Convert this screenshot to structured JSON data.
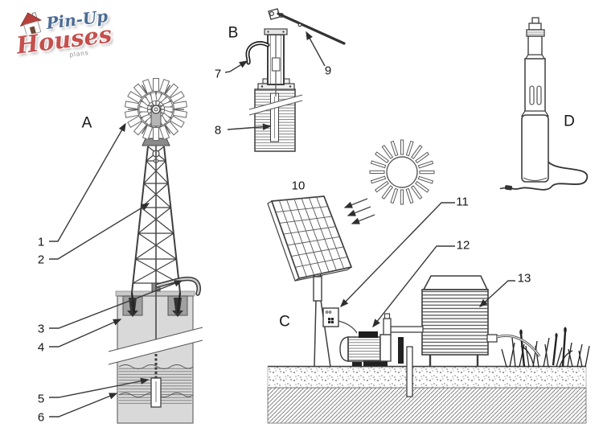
{
  "logo": {
    "brand_script_top": "Pin-Up",
    "brand_script_bottom": "Houses",
    "tagline": "plans"
  },
  "section_labels": {
    "a": "A",
    "b": "B",
    "c": "C",
    "d": "D"
  },
  "part_labels": {
    "n1": "1",
    "n2": "2",
    "n3": "3",
    "n4": "4",
    "n5": "5",
    "n6": "6",
    "n7": "7",
    "n8": "8",
    "n9": "9",
    "n10": "10",
    "n11": "11",
    "n12": "12",
    "n13": "13"
  },
  "colors": {
    "line": "#3f3f3f",
    "well_shaft_gray": "#d9d9d9",
    "anchor_pocket_gray": "#a0a0a0",
    "logo_blue": "#4a6b94",
    "logo_red": "#c4504e",
    "tagline_gray": "#8f8f8f"
  }
}
